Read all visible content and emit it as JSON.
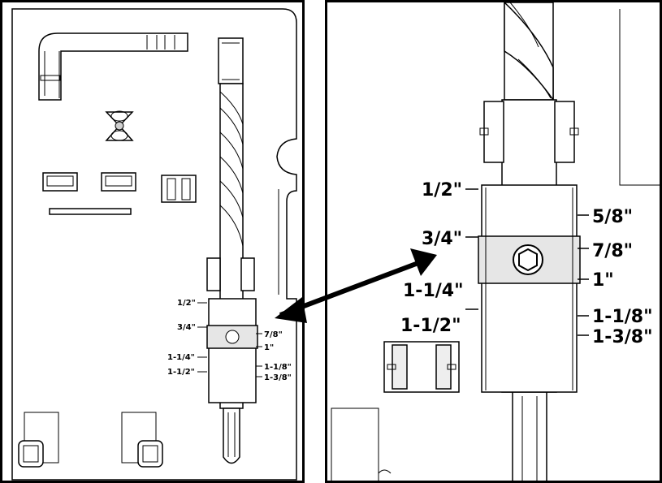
{
  "colors": {
    "line": "#000000",
    "part_fill": "#ffffff",
    "collar": "#e6e6e6",
    "shade": "#cfcfcf"
  },
  "left_panel": {
    "labels_left": [
      "1/2\"",
      "3/4\"",
      "1-1/4\"",
      "1-1/2\""
    ],
    "labels_right": [
      "7/8\"",
      "1\"",
      "1-1/8\"",
      "1-3/8\""
    ]
  },
  "right_panel": {
    "labels_left": [
      "1/2\"",
      "3/4\"",
      "1-1/4\"",
      "1-1/2\""
    ],
    "labels_right": [
      "5/8\"",
      "7/8\"",
      "1\"",
      "1-1/8\"",
      "1-3/8\""
    ]
  },
  "icons": {
    "hex_key": "hex-key-icon",
    "drill_bit": "drill-bit-icon",
    "stop_collar": "stop-collar-icon",
    "clip": "clip-icon",
    "pointer_arrow": "arrow-icon"
  }
}
